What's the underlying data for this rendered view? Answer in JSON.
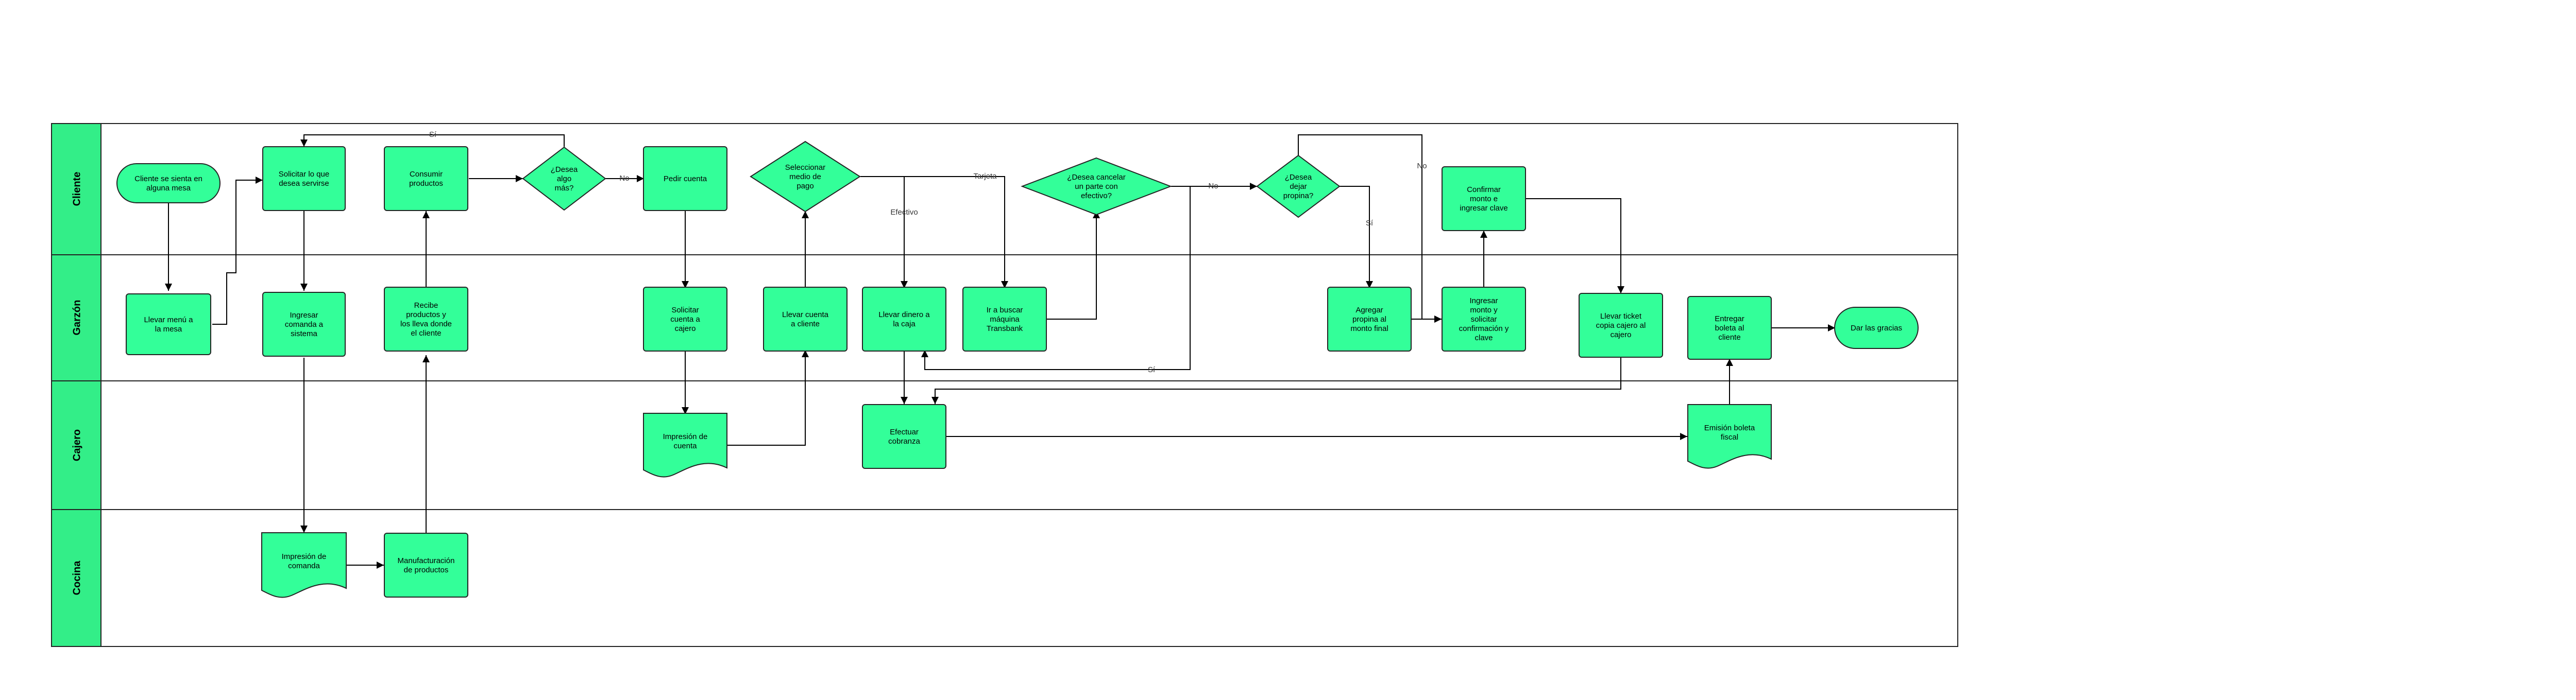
{
  "colors": {
    "node_fill": "#33ff99",
    "lane_header_fill": "#33ee88",
    "stroke": "#222222",
    "edge": "#000000"
  },
  "lanes": [
    {
      "id": "cliente",
      "label": "Cliente"
    },
    {
      "id": "garzon",
      "label": "Garzón"
    },
    {
      "id": "cajero",
      "label": "Cajero"
    },
    {
      "id": "cocina",
      "label": "Cocina"
    }
  ],
  "nodes": [
    {
      "id": "n1",
      "shape": "terminal",
      "lines": [
        "Cliente se sienta en",
        "alguna mesa"
      ]
    },
    {
      "id": "n2",
      "shape": "process",
      "lines": [
        "Llevar menú a",
        "la mesa"
      ]
    },
    {
      "id": "n3",
      "shape": "process",
      "lines": [
        "Solicitar lo que",
        "desea servirse"
      ]
    },
    {
      "id": "n4",
      "shape": "process",
      "lines": [
        "Ingresar",
        "comanda a",
        "sistema"
      ]
    },
    {
      "id": "n5",
      "shape": "document",
      "lines": [
        "Impresión de",
        "comanda"
      ]
    },
    {
      "id": "n6",
      "shape": "process",
      "lines": [
        "Manufacturación",
        "de productos"
      ]
    },
    {
      "id": "n7",
      "shape": "process",
      "lines": [
        "Recibe",
        "productos y",
        "los lleva donde",
        "el cliente"
      ]
    },
    {
      "id": "n8",
      "shape": "process",
      "lines": [
        "Consumir",
        "productos"
      ]
    },
    {
      "id": "n9",
      "shape": "decision",
      "lines": [
        "¿Desea",
        "algo",
        "más?"
      ]
    },
    {
      "id": "n10",
      "shape": "process",
      "lines": [
        "Pedir cuenta"
      ]
    },
    {
      "id": "n11",
      "shape": "process",
      "lines": [
        "Solicitar",
        "cuenta a",
        "cajero"
      ]
    },
    {
      "id": "n12",
      "shape": "document",
      "lines": [
        "Impresión de",
        "cuenta"
      ]
    },
    {
      "id": "n13",
      "shape": "process",
      "lines": [
        "Llevar cuenta",
        "a cliente"
      ]
    },
    {
      "id": "n14",
      "shape": "decision",
      "lines": [
        "Seleccionar",
        "medio de",
        "pago"
      ]
    },
    {
      "id": "n15",
      "shape": "process",
      "lines": [
        "Llevar dinero a",
        "la caja"
      ]
    },
    {
      "id": "n16",
      "shape": "process",
      "lines": [
        "Efectuar",
        "cobranza"
      ]
    },
    {
      "id": "n17",
      "shape": "process",
      "lines": [
        "Ir a buscar",
        "máquina",
        "Transbank"
      ]
    },
    {
      "id": "n18",
      "shape": "decision",
      "lines": [
        "¿Desea cancelar",
        "un parte con",
        "efectivo?"
      ]
    },
    {
      "id": "n19",
      "shape": "decision",
      "lines": [
        "¿Desea",
        "dejar",
        "propina?"
      ]
    },
    {
      "id": "n20",
      "shape": "process",
      "lines": [
        "Agregar",
        "propina al",
        "monto final"
      ]
    },
    {
      "id": "n21",
      "shape": "process",
      "lines": [
        "Ingresar",
        "monto y",
        "solicitar",
        "confirmación y",
        "clave"
      ]
    },
    {
      "id": "n22",
      "shape": "process",
      "lines": [
        "Confirmar",
        "monto e",
        "ingresar clave"
      ]
    },
    {
      "id": "n23",
      "shape": "process",
      "lines": [
        "Llevar ticket",
        "copia cajero al",
        "cajero"
      ]
    },
    {
      "id": "n24",
      "shape": "document",
      "lines": [
        "Emisión boleta",
        "fiscal"
      ]
    },
    {
      "id": "n25",
      "shape": "process",
      "lines": [
        "Entregar",
        "boleta al",
        "cliente"
      ]
    },
    {
      "id": "n26",
      "shape": "terminal",
      "lines": [
        "Dar las gracias"
      ]
    }
  ],
  "edge_labels": {
    "si_loop": "Sí",
    "no_more": "No",
    "tarjeta": "Tarjeta",
    "efectivo": "Efectivo",
    "no_cash": "No",
    "si_cash": "Sí",
    "no_tip": "No",
    "si_tip": "Sí"
  }
}
